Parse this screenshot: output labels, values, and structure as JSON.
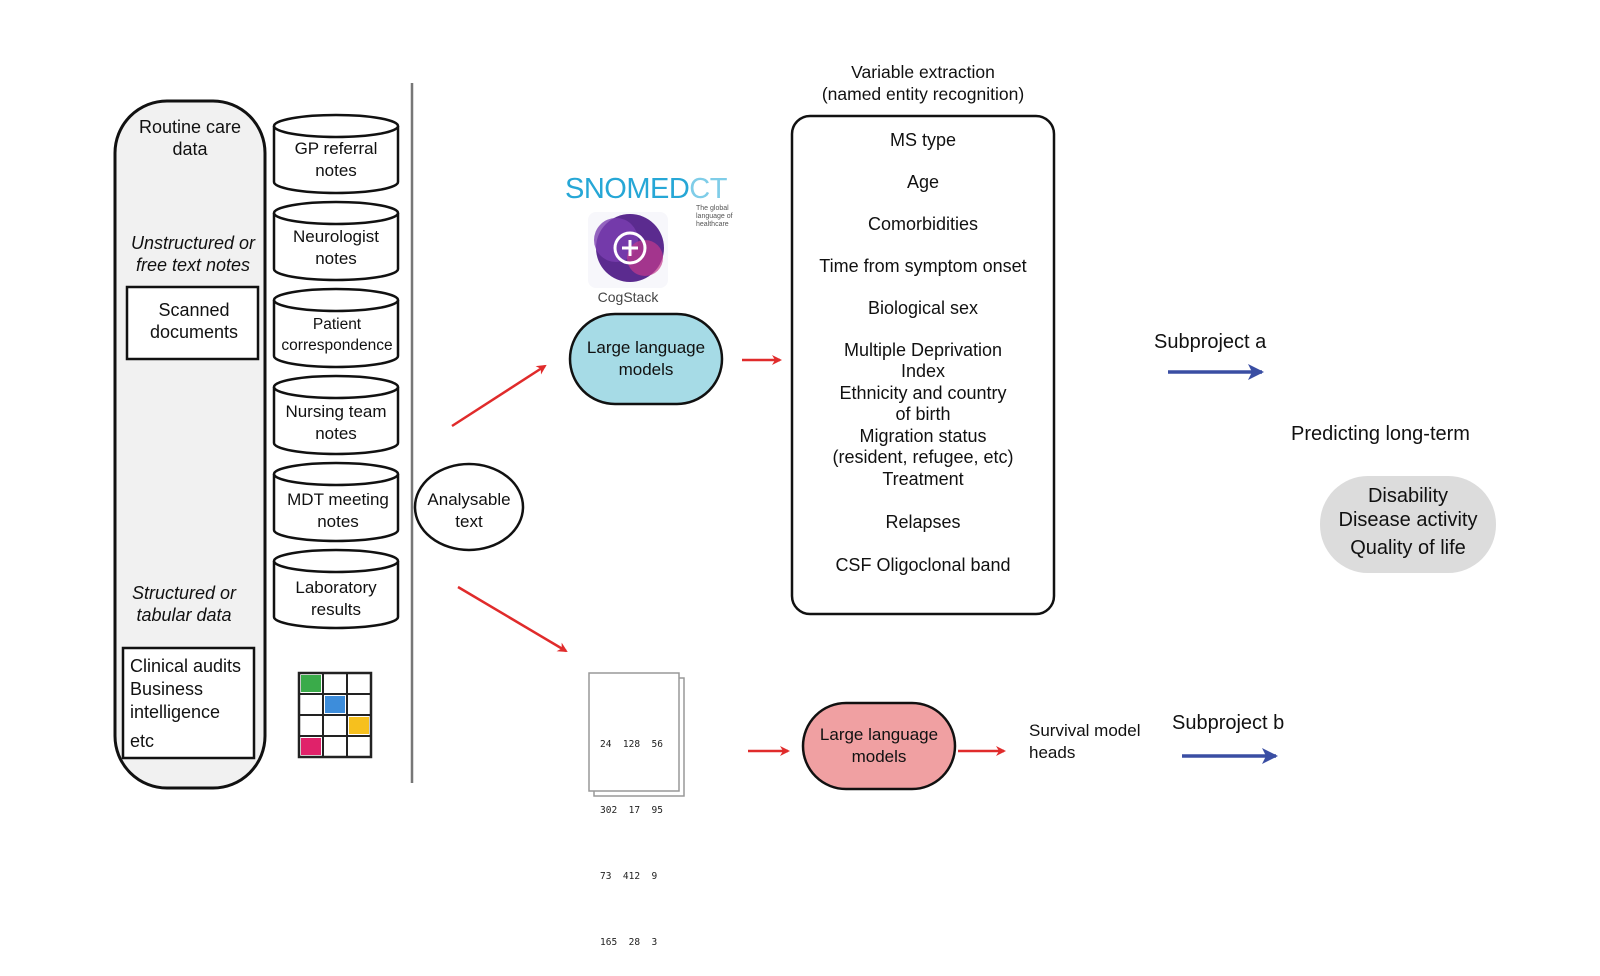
{
  "sources": {
    "routine_care_title": "Routine care data",
    "unstructured_label": "Unstructured or free text notes",
    "scanned_documents": "Scanned documents",
    "structured_label": "Structured or tabular data",
    "clinical_box": [
      "Clinical audits",
      "Business intelligence",
      "etc"
    ]
  },
  "note_types": [
    "GP referral notes",
    "Neurologist notes",
    "Patient correspondence",
    "Nursing team notes",
    "MDT meeting notes",
    "Laboratory results"
  ],
  "analysable_text": "Analysable text",
  "snomed": {
    "wordmark_a": "SNOMED",
    "wordmark_b": "CT",
    "tagline": [
      "The global",
      "language of",
      "healthcare"
    ]
  },
  "cogstack_label": "CogStack",
  "llm_label": "Large language models",
  "variable_extraction": {
    "title": [
      "Variable extraction",
      "(named entity recognition)"
    ],
    "items": [
      "MS type",
      "Age",
      "Comorbidities",
      "Time from symptom onset",
      "Biological sex",
      "Multiple Deprivation Index",
      "Ethnicity and country of birth",
      "Migration status (resident, refugee, etc)",
      "Treatment",
      "Relapses",
      "CSF Oligoclonal band"
    ]
  },
  "tabular_numbers": [
    "24  128  56",
    "302  17  95",
    "73  412  9",
    "165  28  3"
  ],
  "survival_heads": "Survival model heads",
  "subproject_a": "Subproject a",
  "subproject_b": "Subproject b",
  "predicting_label": "Predicting long-term",
  "outcomes": [
    "Disability",
    "Disease activity",
    "Quality of life"
  ],
  "colors": {
    "arrow_red": "#e02b2b",
    "arrow_blue": "#3a4ea3",
    "llm_blue": "#a6dbe6",
    "llm_pink": "#f0a0a2",
    "outcome_grey": "#dcdcdc",
    "routine_panel": "#f1f1f1",
    "snomed_blue": "#26a7d6",
    "grid_green": "#3aab4a",
    "grid_blue": "#3d8ddb",
    "grid_yellow": "#f6c01e",
    "grid_magenta": "#e0226a"
  }
}
